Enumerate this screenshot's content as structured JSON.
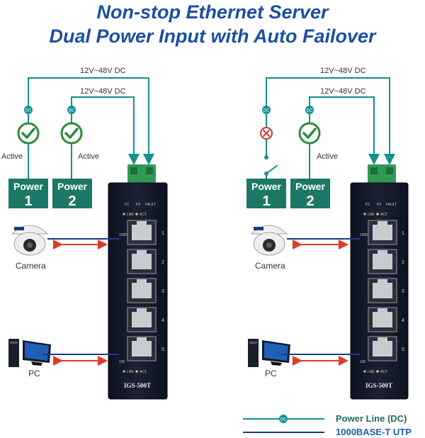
{
  "title": {
    "line1": "Non-stop Ethernet Server",
    "line2": "Dual Power Input with Auto Failover"
  },
  "colors": {
    "title": "#1c4fa3",
    "power_line": "#13918f",
    "utp_line": "#1b3a8a",
    "power_box": "#1d7766",
    "active_check": "#2f8a3c",
    "fault_x": "#d03a3a",
    "arrow": "#e23a2a",
    "legend_utp_text": "#1c5fb0",
    "legend_power_text": "#1d6b5d"
  },
  "voltage_label": "12V~48V DC",
  "dc_badge": "DC",
  "status": {
    "active": "Active"
  },
  "power": {
    "label": "Power",
    "one": "1",
    "two": "2"
  },
  "switch": {
    "model": "IGS-500T",
    "led_p1": "P1",
    "led_p2": "P2",
    "led_fault": "FAULT",
    "lnk_act": "LNK",
    "act": "ACT",
    "speed_1000": "1000",
    "speed_100": "100",
    "ports": [
      "1",
      "2",
      "3",
      "4",
      "5"
    ]
  },
  "devices": {
    "camera": "Camera",
    "pc": "PC"
  },
  "legend": {
    "power_line": "Power Line (DC)",
    "utp": "1000BASE-T UTP"
  }
}
